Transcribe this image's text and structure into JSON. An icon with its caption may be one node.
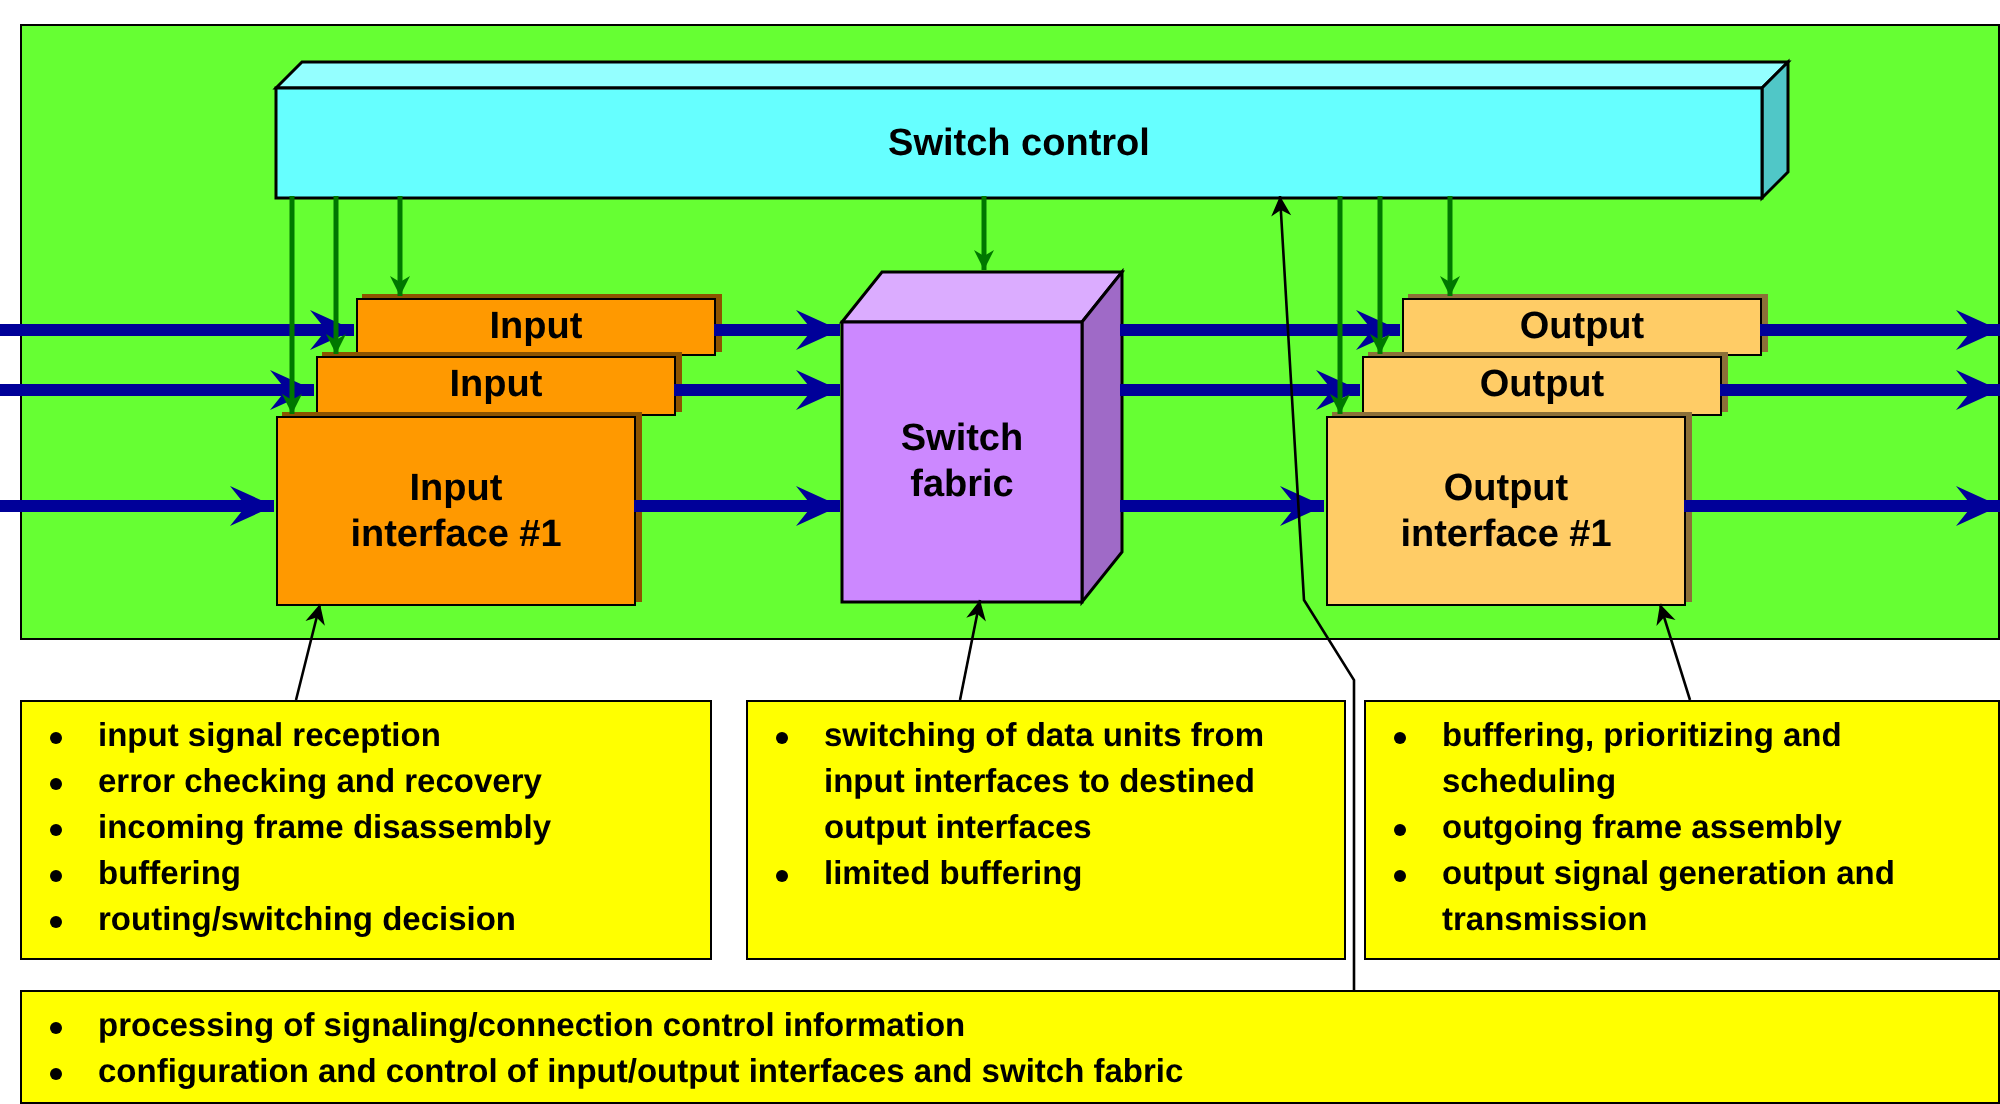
{
  "diagram": {
    "nodes": [
      {
        "text": [],
        "shape": "box"
      },
      {
        "text": [
          "Switch control"
        ],
        "in": 0
      },
      {
        "text": [
          "Input"
        ],
        "in": 0
      },
      {
        "text": [
          "Input"
        ],
        "in": 0
      },
      {
        "text": [
          "Input interface #1"
        ],
        "in": 0
      },
      {
        "text": [
          "Switch fabric"
        ],
        "in": 0
      },
      {
        "text": [
          "Output"
        ],
        "in": 0
      },
      {
        "text": [
          "Output"
        ],
        "in": 0
      },
      {
        "text": [
          "Output interface #1"
        ],
        "in": 0
      },
      {
        "text": [
          "input signal reception",
          "error checking and recovery",
          "incoming frame disassembly",
          "buffering",
          "routing/switching decision"
        ]
      },
      {
        "text": [
          "switching of data units from  input interfaces to destined output interfaces",
          "limited buffering"
        ]
      },
      {
        "text": [
          "buffering, prioritizing and scheduling",
          "outgoing frame assembly",
          "output signal generation and transmission"
        ]
      },
      {
        "text": [
          "processing of signaling/connection control information",
          "configuration and control of input/output interfaces and switch fabric"
        ]
      }
    ],
    "edges": [
      {
        "from": null,
        "to": 2,
        "arrow": "to"
      },
      {
        "from": null,
        "to": 3,
        "arrow": "to"
      },
      {
        "from": null,
        "to": 4,
        "arrow": "to"
      },
      {
        "from": 2,
        "to": 5,
        "arrow": "to"
      },
      {
        "from": 3,
        "to": 5,
        "arrow": "to"
      },
      {
        "from": 4,
        "to": 5,
        "arrow": "to"
      },
      {
        "from": 5,
        "to": 6,
        "arrow": "to"
      },
      {
        "from": 5,
        "to": 7,
        "arrow": "to"
      },
      {
        "from": 5,
        "to": 8,
        "arrow": "to"
      },
      {
        "from": 6,
        "to": null,
        "arrow": "to"
      },
      {
        "from": 7,
        "to": null,
        "arrow": "to"
      },
      {
        "from": 8,
        "to": null,
        "arrow": "to"
      },
      {
        "from": 1,
        "to": 2,
        "arrow": "to",
        "color": "#007700"
      },
      {
        "from": 1,
        "to": 3,
        "arrow": "to",
        "color": "#007700"
      },
      {
        "from": 1,
        "to": 4,
        "arrow": "to",
        "color": "#007700"
      },
      {
        "from": 1,
        "to": 5,
        "arrow": "to",
        "color": "#007700"
      },
      {
        "from": 1,
        "to": 6,
        "arrow": "to",
        "color": "#007700"
      },
      {
        "from": 1,
        "to": 7,
        "arrow": "to",
        "color": "#007700"
      },
      {
        "from": 1,
        "to": 8,
        "arrow": "to",
        "color": "#007700"
      },
      {
        "from": 9,
        "to": 4,
        "arrow": "to",
        "color": "#000000"
      },
      {
        "from": 10,
        "to": 5,
        "arrow": "to",
        "color": "#000000"
      },
      {
        "from": 11,
        "to": 8,
        "arrow": "to",
        "color": "#000000"
      },
      {
        "from": 12,
        "to": 1,
        "arrow": "to",
        "color": "#000000"
      }
    ]
  }
}
